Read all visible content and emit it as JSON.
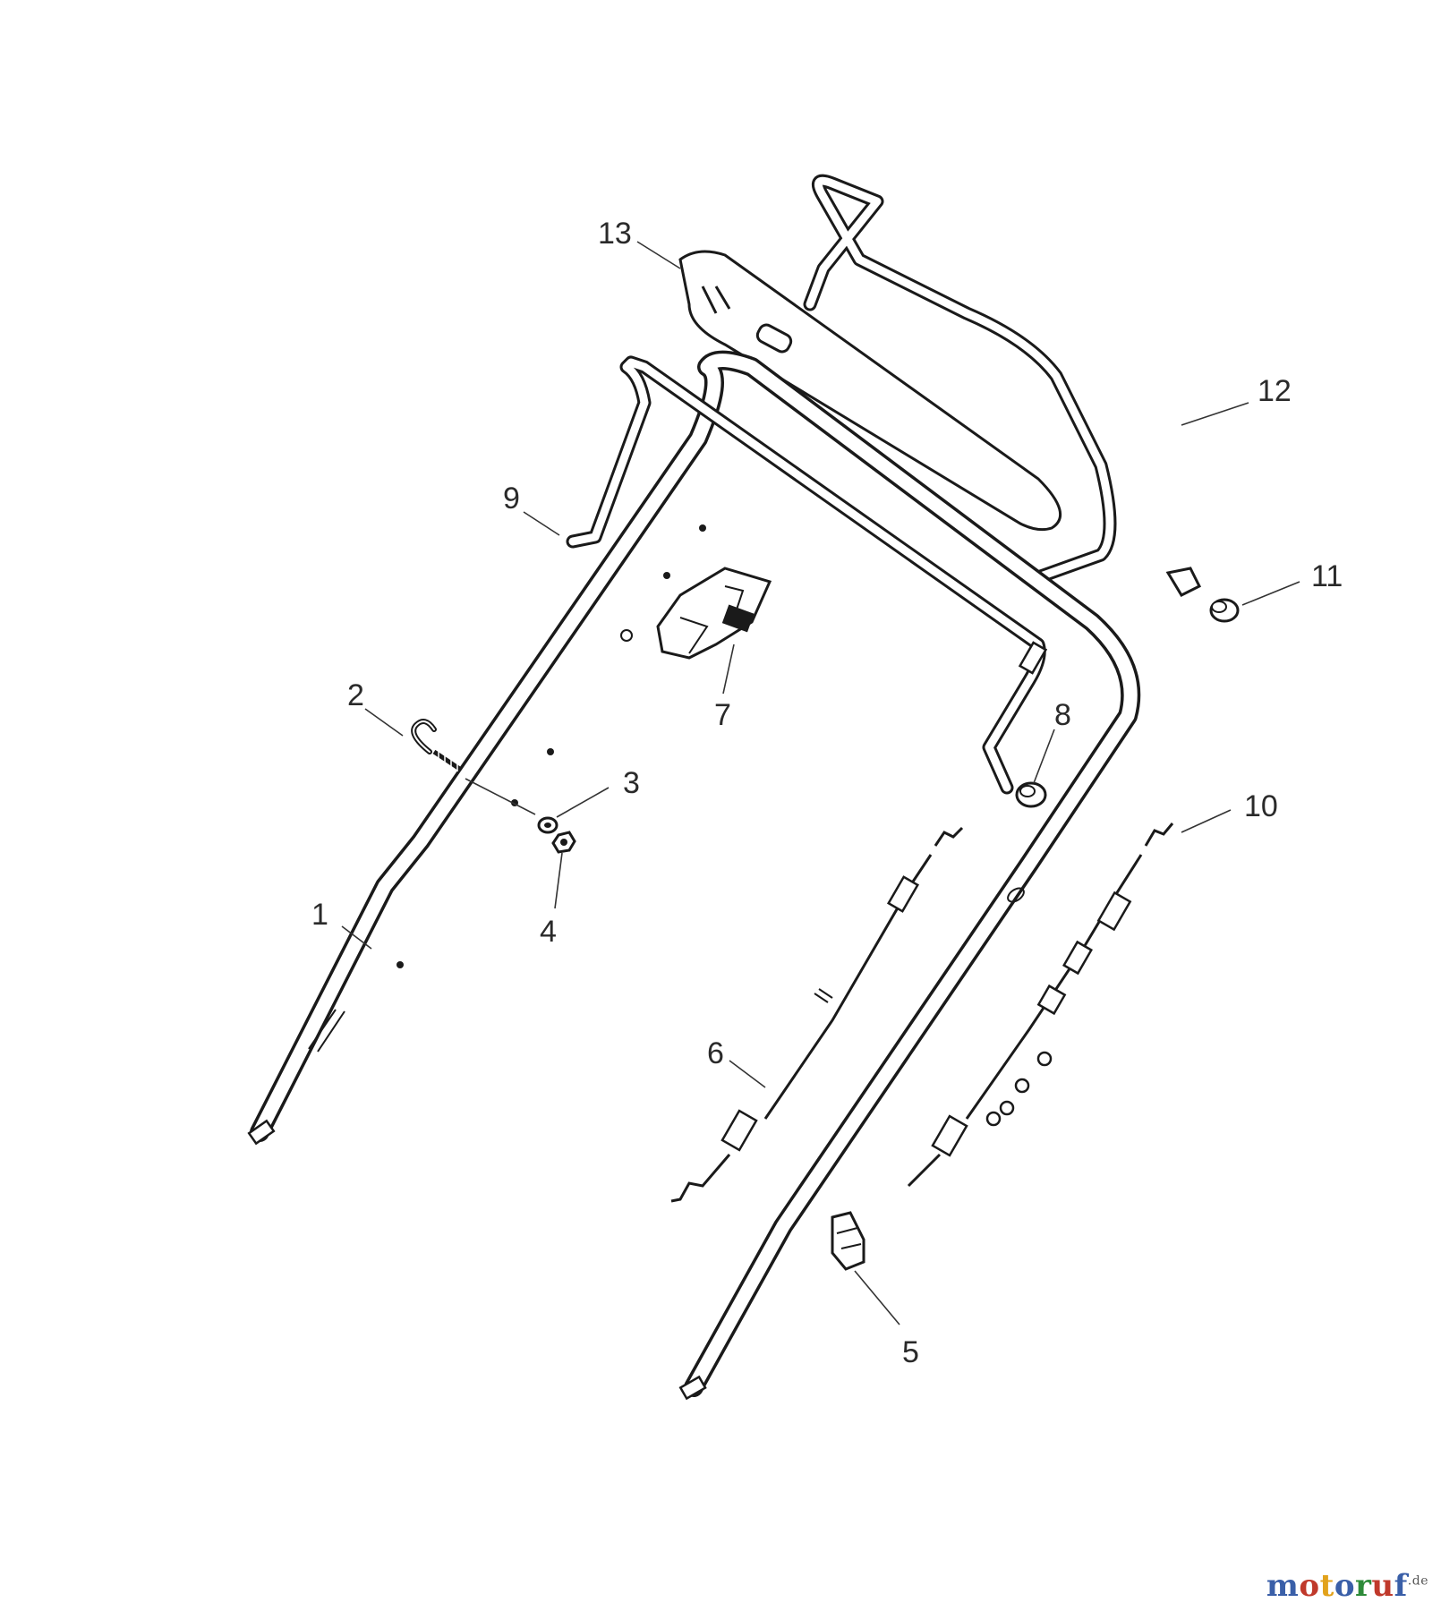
{
  "diagram": {
    "callouts": [
      {
        "id": "1",
        "label": "1"
      },
      {
        "id": "2",
        "label": "2"
      },
      {
        "id": "3",
        "label": "3"
      },
      {
        "id": "4",
        "label": "4"
      },
      {
        "id": "5",
        "label": "5"
      },
      {
        "id": "6",
        "label": "6"
      },
      {
        "id": "7",
        "label": "7"
      },
      {
        "id": "8",
        "label": "8"
      },
      {
        "id": "9",
        "label": "9"
      },
      {
        "id": "10",
        "label": "10"
      },
      {
        "id": "11",
        "label": "11"
      },
      {
        "id": "12",
        "label": "12"
      },
      {
        "id": "13",
        "label": "13"
      }
    ]
  },
  "watermark": {
    "parts": [
      {
        "text": "m",
        "color": "#3a5fa8"
      },
      {
        "text": "o",
        "color": "#c0392b"
      },
      {
        "text": "t",
        "color": "#e2a21b"
      },
      {
        "text": "o",
        "color": "#3a5fa8"
      },
      {
        "text": "r",
        "color": "#2e8b3a"
      },
      {
        "text": "u",
        "color": "#c0392b"
      },
      {
        "text": "f",
        "color": "#3a5fa8"
      }
    ],
    "suffix": ".de"
  }
}
